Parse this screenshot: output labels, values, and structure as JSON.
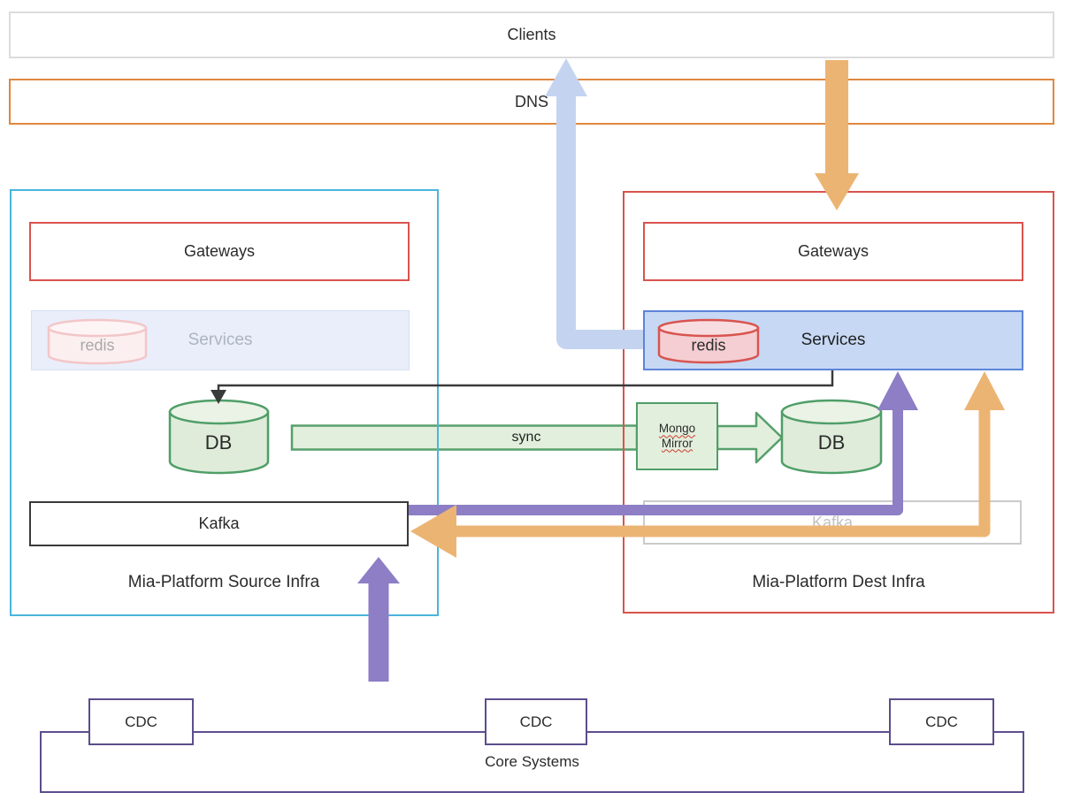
{
  "nodes": {
    "clients": {
      "label": "Clients"
    },
    "dns": {
      "label": "DNS"
    },
    "source_infra": {
      "label": "Mia-Platform Source Infra",
      "gateways": {
        "label": "Gateways"
      },
      "services": {
        "label": "Services",
        "state": "faded",
        "redis": {
          "label": "redis",
          "state": "faded"
        }
      },
      "db": {
        "label": "DB"
      },
      "kafka": {
        "label": "Kafka",
        "state": "active"
      }
    },
    "dest_infra": {
      "label": "Mia-Platform Dest Infra",
      "gateways": {
        "label": "Gateways"
      },
      "services": {
        "label": "Services",
        "state": "active",
        "redis": {
          "label": "redis",
          "state": "active"
        }
      },
      "db": {
        "label": "DB"
      },
      "kafka": {
        "label": "Kafka",
        "state": "faded"
      }
    },
    "mongo_mirror": {
      "line1": "Mongo",
      "line2": "Mirror"
    },
    "sync": {
      "label": "sync"
    },
    "core_systems": {
      "label": "Core Systems",
      "cdc_units": [
        {
          "label": "CDC"
        },
        {
          "label": "CDC"
        },
        {
          "label": "CDC"
        }
      ]
    }
  },
  "flows": [
    {
      "name": "client-request",
      "color": "#ecb473",
      "from": "Clients",
      "to": "Dest Gateways"
    },
    {
      "name": "client-response",
      "color": "#c4d4f0",
      "from": "Dest Services",
      "to": "Clients"
    },
    {
      "name": "dest-services-to-source-db",
      "color": "#3a3a3a",
      "from": "Dest Services",
      "to": "Source DB"
    },
    {
      "name": "db-sync",
      "color": "#579f6b",
      "from": "Source DB",
      "to": "Dest DB",
      "via": "Mongo Mirror",
      "label": "sync"
    },
    {
      "name": "source-kafka-to-dest-services",
      "color": "#8d7ec5",
      "from": "Source Kafka",
      "to": "Dest Services"
    },
    {
      "name": "dest-services-to-source-kafka",
      "color": "#ecb473",
      "from": "Dest Services",
      "to": "Source Kafka"
    },
    {
      "name": "cdc-to-source-kafka",
      "color": "#8d7ec5",
      "from": "Core Systems CDC",
      "to": "Source Kafka"
    }
  ],
  "colors": {
    "source_infra_border": "#4ab5dc",
    "dest_infra_border": "#d9534f",
    "gateways_border": "#d9534f",
    "services_active_fill": "#c6d8f4",
    "services_active_border": "#5d84d9",
    "services_faded_fill": "#e9eefa",
    "services_faded_border": "#d5dff5",
    "redis_fill": "#f4ced2",
    "redis_border": "#d9544f",
    "redis_faded_fill": "#fceff0",
    "redis_faded_border": "#f3c6c8",
    "db_fill": "#dfecda",
    "db_border": "#4f9e68",
    "kafka_border": "#3a3a3a",
    "kafka_faded_border": "#cbcbcb",
    "clients_border": "#dcdcdc",
    "dns_border": "#e0873e",
    "core_border": "#5d4d8c",
    "arrow_purple": "#8d7ec5",
    "arrow_orange": "#ecb473",
    "arrow_periwinkle": "#c4d4f0",
    "sync_green_fill": "#e3efdd",
    "sync_green_border": "#579f6b",
    "connector_black": "#3a3a3a"
  }
}
